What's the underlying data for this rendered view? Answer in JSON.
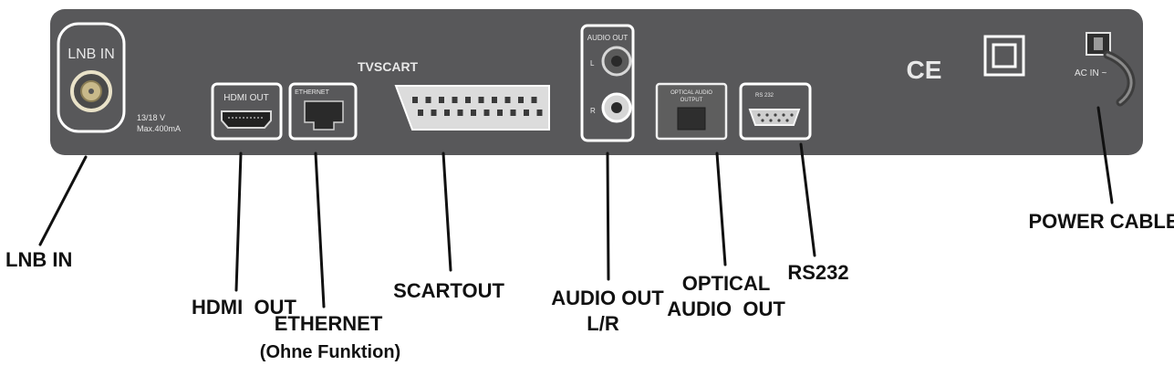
{
  "panel": {
    "color": "#58585a",
    "lnb_label": "LNB IN",
    "lnb_spec_line1": "13/18 V",
    "lnb_spec_line2": "Max.400mA",
    "hdmi_label": "HDMI OUT",
    "ethernet_label": "ETHERNET",
    "scart_title": "TVSCART",
    "audio_label": "AUDIO OUT",
    "audio_left": "L",
    "audio_right": "R",
    "optical_line1": "OPTICAL AUDIO",
    "optical_line2": "OUTPUT",
    "rs232_label": "RS 232",
    "ce_mark": "CE",
    "ac_label": "AC IN ~"
  },
  "callouts": {
    "lnb": "LNB IN",
    "hdmi": "HDMI  OUT",
    "ethernet_line1": "ETHERNET",
    "ethernet_line2": "(Ohne Funktion)",
    "scart": "SCARTOUT",
    "audio_line1": "AUDIO OUT",
    "audio_line2": "L/R",
    "optical_line1": "OPTICAL",
    "optical_line2": "AUDIO  OUT",
    "rs232": "RS232",
    "power": "POWER CABLE"
  }
}
